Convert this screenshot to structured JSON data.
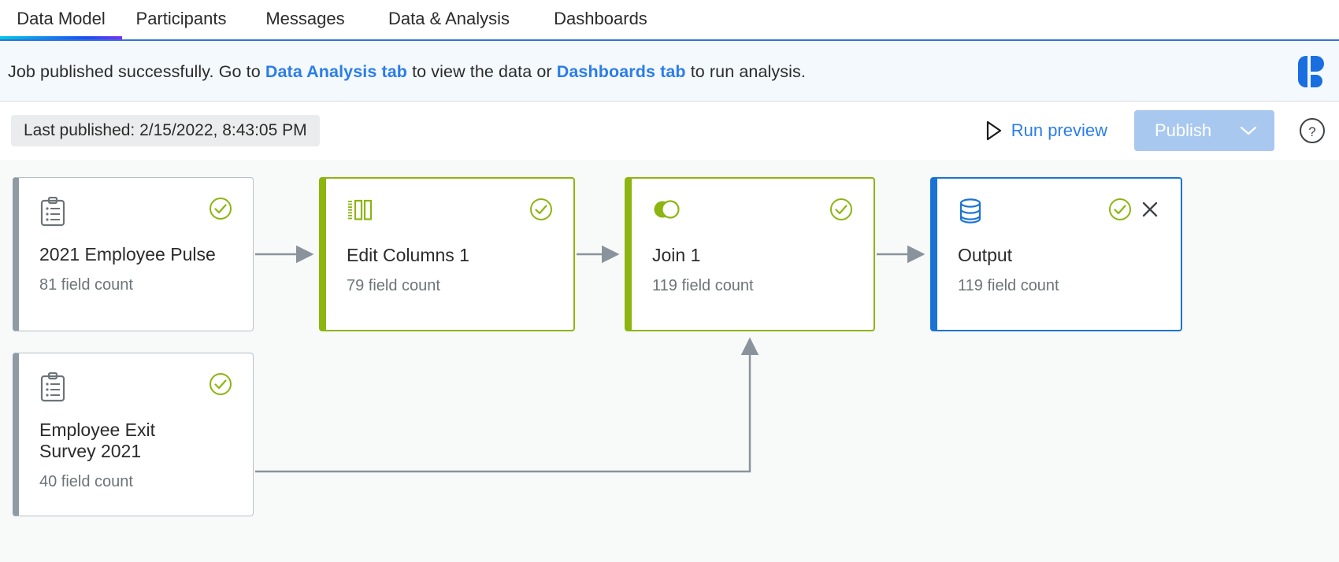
{
  "tabs": [
    {
      "label": "Data Model",
      "active": true
    },
    {
      "label": "Participants",
      "active": false
    },
    {
      "label": "Messages",
      "active": false
    },
    {
      "label": "Data & Analysis",
      "active": false
    },
    {
      "label": "Dashboards",
      "active": false
    }
  ],
  "notification": {
    "prefix": "Job published successfully. Go to ",
    "link1": "Data Analysis tab",
    "middle": " to view the data or ",
    "link2": "Dashboards tab",
    "suffix": " to run analysis.",
    "link_color": "#2b7de9",
    "background": "#f4f9fe",
    "logo_icon": "brand-logo-icon",
    "logo_color": "#1a6fe0"
  },
  "toolbar": {
    "last_published": "Last published: 2/15/2022, 8:43:05 PM",
    "run_preview_label": "Run preview",
    "run_preview_icon": "play-triangle-icon",
    "publish_label": "Publish",
    "publish_caret_icon": "chevron-down-icon",
    "publish_enabled": false,
    "publish_color": "#a8c8ef",
    "help_icon": "question-circle-icon",
    "accent_color": "#2b7de9"
  },
  "nodes": [
    {
      "id": "n1",
      "title": "2021 Employee Pulse",
      "subtitle": "81 field count",
      "icon": "clipboard-list-icon",
      "icon_color": "#6d7478",
      "state": "source",
      "border_color": "#8f9aa5",
      "status_icon": "check-circle-icon",
      "status_color": "#8cb510",
      "closable": false
    },
    {
      "id": "n2",
      "title": "Edit Columns 1",
      "subtitle": "79 field count",
      "icon": "columns-icon",
      "icon_color": "#8cb510",
      "state": "green",
      "border_color": "#8cb510",
      "status_icon": "check-circle-icon",
      "status_color": "#8cb510",
      "closable": false
    },
    {
      "id": "n3",
      "title": "Join 1",
      "subtitle": "119 field count",
      "icon": "venn-join-icon",
      "icon_color": "#8cb510",
      "state": "green",
      "border_color": "#8cb510",
      "status_icon": "check-circle-icon",
      "status_color": "#8cb510",
      "closable": false
    },
    {
      "id": "n4",
      "title": "Output",
      "subtitle": "119 field count",
      "icon": "database-icon",
      "icon_color": "#1a73d4",
      "state": "selected",
      "border_color": "#1a73d4",
      "status_icon": "check-circle-icon",
      "status_color": "#8cb510",
      "closable": true,
      "close_icon": "close-x-icon"
    },
    {
      "id": "n5",
      "title": "Employee Exit Survey 2021",
      "subtitle": "40 field count",
      "icon": "clipboard-list-icon",
      "icon_color": "#6d7478",
      "state": "source",
      "border_color": "#8f9aa5",
      "status_icon": "check-circle-icon",
      "status_color": "#8cb510",
      "closable": false
    }
  ],
  "connectors": [
    {
      "from": "n1",
      "to": "n2"
    },
    {
      "from": "n2",
      "to": "n3"
    },
    {
      "from": "n3",
      "to": "n4"
    },
    {
      "from": "n5",
      "to": "n3"
    }
  ],
  "canvas": {
    "background": "#f8f9f9",
    "edge_color": "#8a939c"
  }
}
